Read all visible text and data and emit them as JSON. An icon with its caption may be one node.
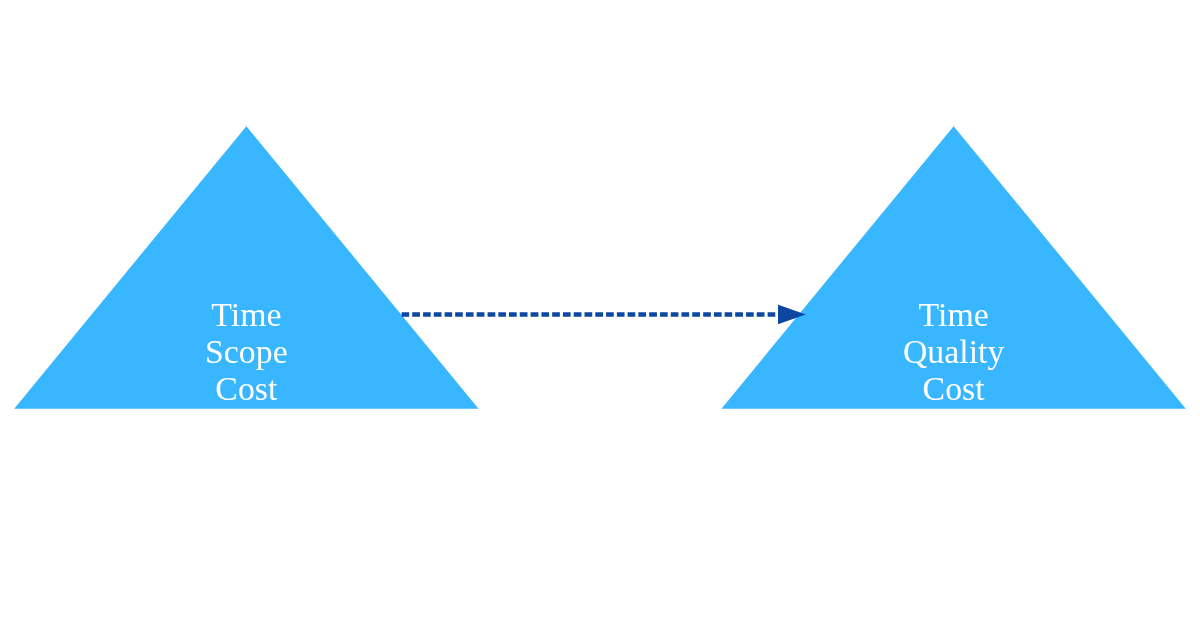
{
  "diagram": {
    "nodes": [
      {
        "text": [
          "Time",
          "Scope",
          "Cost"
        ]
      },
      {
        "text": [
          "Time",
          "Quality",
          "Cost"
        ]
      }
    ],
    "edges": [
      {
        "from": 0,
        "to": 1,
        "arrow": "to",
        "style": "dashed"
      }
    ]
  }
}
